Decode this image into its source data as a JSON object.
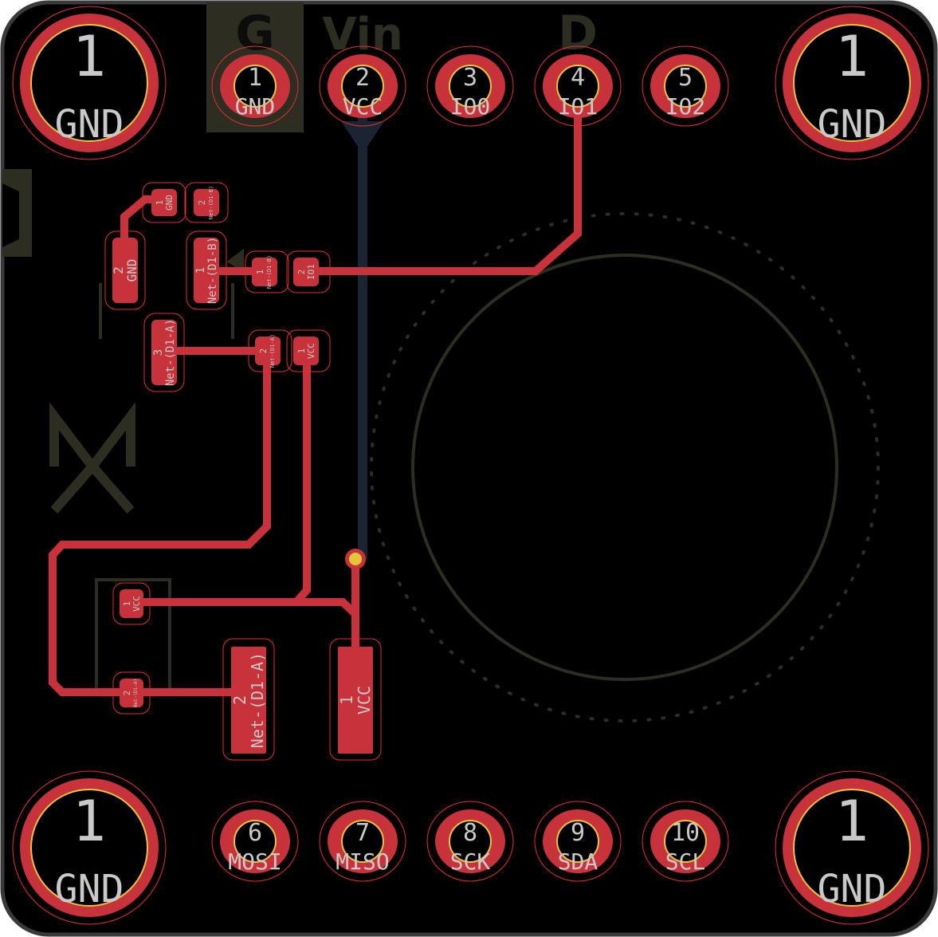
{
  "colors": {
    "board": "#000000",
    "edge": "#3a3a3a",
    "copper": "#c8323a",
    "courtyard": "#e03030",
    "drill": "#e8c43a",
    "silk": "#2e2d22",
    "backCopper": "#1a2433",
    "padText": "#c9c9c9"
  },
  "silkscreen": {
    "g": "G",
    "vin": "Vin",
    "d": "D"
  },
  "mountingHoles": [
    {
      "num": "1",
      "net": "GND"
    },
    {
      "num": "1",
      "net": "GND"
    },
    {
      "num": "1",
      "net": "GND"
    },
    {
      "num": "1",
      "net": "GND"
    }
  ],
  "topHeader": [
    {
      "num": "1",
      "net": "GND"
    },
    {
      "num": "2",
      "net": "VCC"
    },
    {
      "num": "3",
      "net": "IO0"
    },
    {
      "num": "4",
      "net": "IO1"
    },
    {
      "num": "5",
      "net": "IO2"
    }
  ],
  "bottomHeader": [
    {
      "num": "6",
      "net": "MOSI"
    },
    {
      "num": "7",
      "net": "MISO"
    },
    {
      "num": "8",
      "net": "SCK"
    },
    {
      "num": "9",
      "net": "SDA"
    },
    {
      "num": "10",
      "net": "SCL"
    }
  ],
  "smdPads": {
    "r1_1": {
      "num": "1",
      "net": "GND"
    },
    "r1_2": {
      "num": "2",
      "net": "Net-(D1-B)"
    },
    "q_2": {
      "num": "2",
      "net": "GND"
    },
    "q_1": {
      "num": "1",
      "net": "Net-(D1-B)"
    },
    "q_3": {
      "num": "3",
      "net": "Net-(D1-A)"
    },
    "r2_1": {
      "num": "1",
      "net": "Net-(D1-B)"
    },
    "r2_2": {
      "num": "2",
      "net": "IO1"
    },
    "c1_2": {
      "num": "2",
      "net": "Net-(D1-A)"
    },
    "c1_1": {
      "num": "1",
      "net": "VCC"
    },
    "d1_1": {
      "num": "1",
      "net": "VCC"
    },
    "d1_2": {
      "num": "2",
      "net": "Net-(D1-A)"
    },
    "m_2": {
      "num": "2",
      "net": "Net-(D1-A)"
    },
    "m_1": {
      "num": "1",
      "net": "VCC"
    }
  }
}
